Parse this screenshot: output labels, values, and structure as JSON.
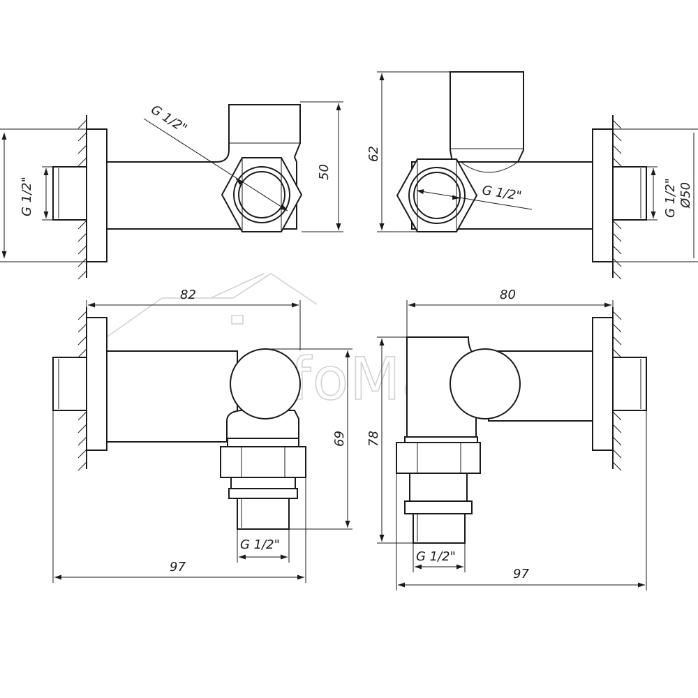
{
  "watermark": {
    "brand": "KomfoMax"
  },
  "views": {
    "top_left": {
      "thread_diag": "G 1/2\"",
      "thread_side": "G 1/2\"",
      "height": "50"
    },
    "top_right": {
      "height": "62",
      "thread_diag": "G 1/2\"",
      "thread_side": "G 1/2\"",
      "cut_off": "Ø50"
    },
    "bottom_left": {
      "width_top": "82",
      "height": "69",
      "thread_bottom": "G 1/2\"",
      "width_total": "97"
    },
    "bottom_right": {
      "width_top": "80",
      "height": "78",
      "thread_bottom": "G 1/2\"",
      "width_total": "97"
    }
  }
}
